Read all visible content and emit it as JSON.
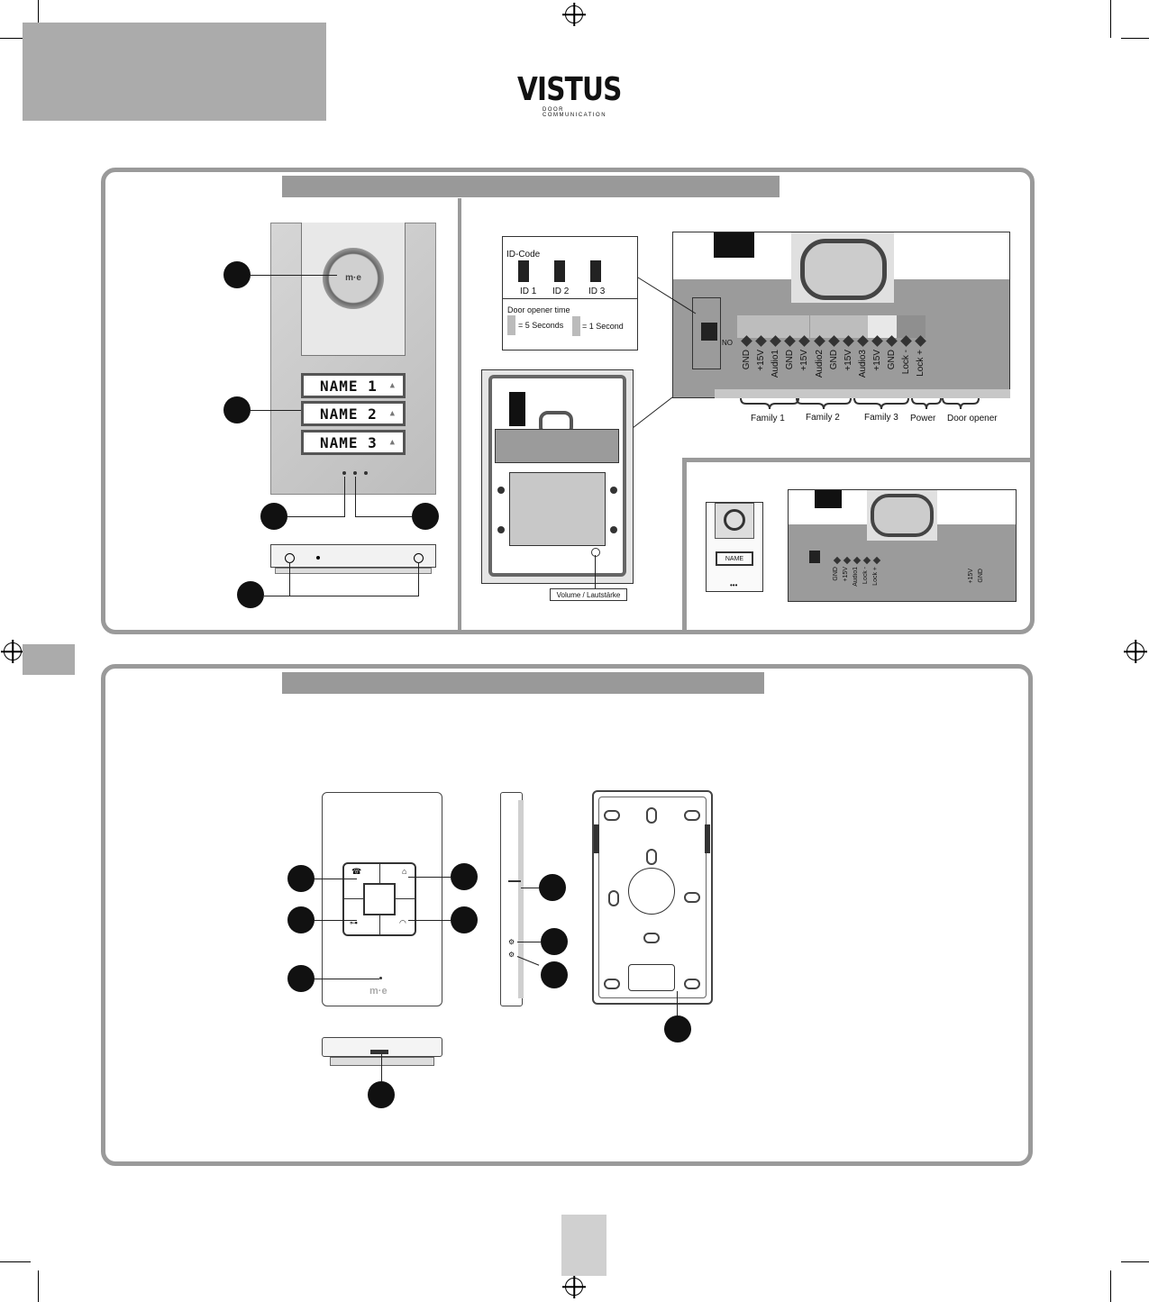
{
  "logo": {
    "brand": "VISTUS",
    "tagline": "DOOR COMMUNICATION"
  },
  "outdoor_station": {
    "name_buttons": [
      "NAME 1",
      "NAME 2",
      "NAME 3"
    ],
    "camera_logo": "m·e"
  },
  "wiring": {
    "id_code": {
      "title": "ID-Code",
      "ids": [
        "ID 1",
        "ID 2",
        "ID 3"
      ]
    },
    "door_opener_time": {
      "title": "Door opener time",
      "option_a": "= 5 Seconds",
      "option_b": "= 1 Second"
    },
    "switch_label": "NO",
    "terminals": [
      "GND",
      "+15V",
      "Audio1",
      "GND",
      "+15V",
      "Audio2",
      "GND",
      "+15V",
      "Audio3",
      "+15V",
      "GND",
      "Lock -",
      "Lock +"
    ],
    "groups": [
      "Family 1",
      "Family 2",
      "Family 3",
      "Power",
      "Door opener"
    ],
    "volume_label": "Volume / Lautstärke"
  },
  "single_unit": {
    "name_button": "NAME",
    "terminals": [
      "GND",
      "+15V",
      "Audio1",
      "Lock -",
      "Lock +"
    ],
    "power_terminals": [
      "+15V",
      "GND"
    ]
  },
  "indoor_unit": {
    "logo": "m·e"
  }
}
